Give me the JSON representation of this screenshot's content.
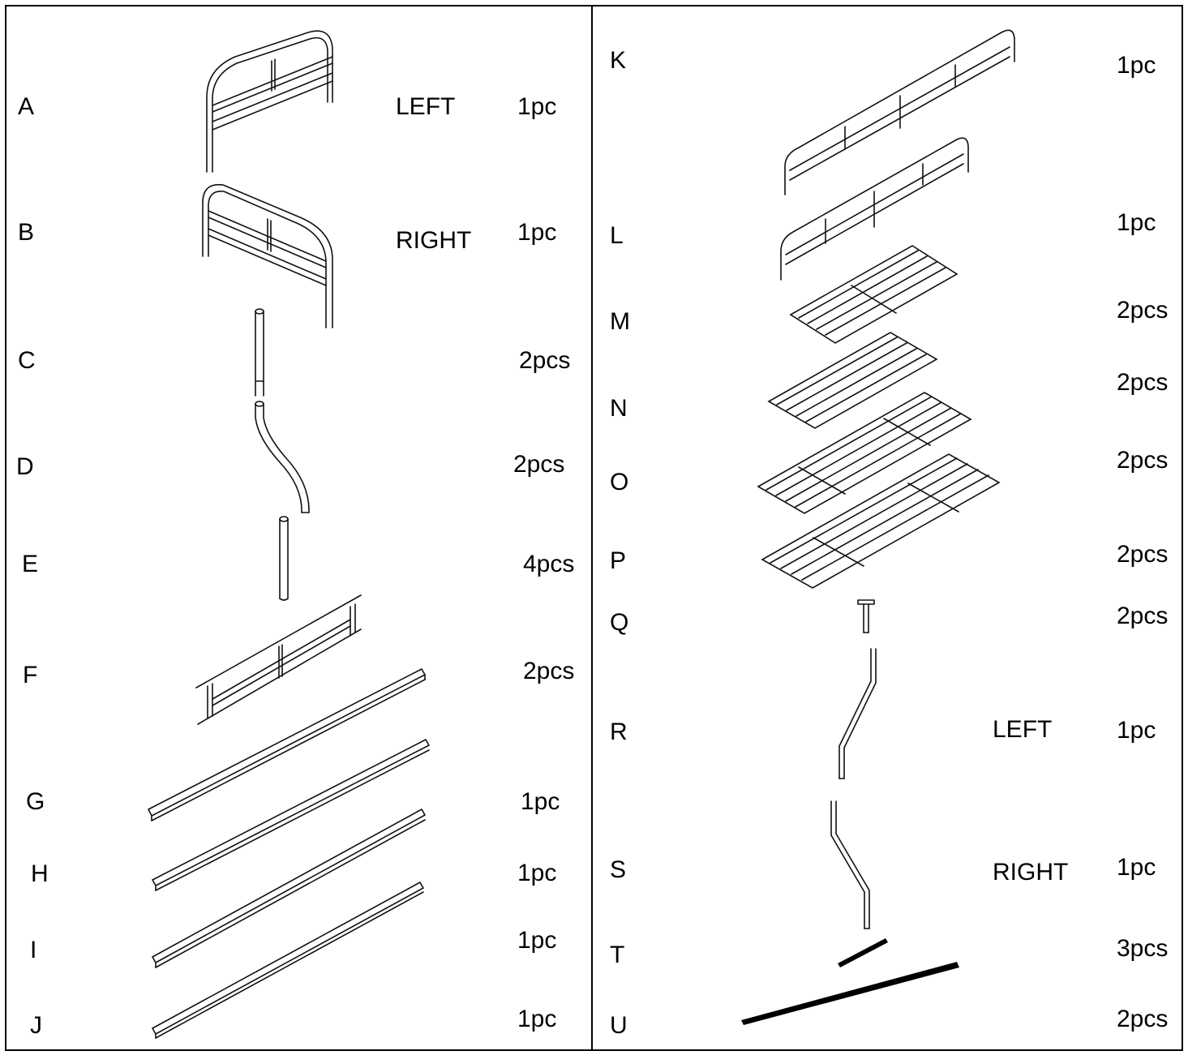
{
  "parts": [
    {
      "letter": "A",
      "side": "LEFT",
      "qty": "1pc"
    },
    {
      "letter": "B",
      "side": "RIGHT",
      "qty": "1pc"
    },
    {
      "letter": "C",
      "side": "",
      "qty": "2pcs"
    },
    {
      "letter": "D",
      "side": "",
      "qty": "2pcs"
    },
    {
      "letter": "E",
      "side": "",
      "qty": "4pcs"
    },
    {
      "letter": "F",
      "side": "",
      "qty": "2pcs"
    },
    {
      "letter": "G",
      "side": "",
      "qty": "1pc"
    },
    {
      "letter": "H",
      "side": "",
      "qty": "1pc"
    },
    {
      "letter": "I",
      "side": "",
      "qty": "1pc"
    },
    {
      "letter": "J",
      "side": "",
      "qty": "1pc"
    },
    {
      "letter": "K",
      "side": "",
      "qty": "1pc"
    },
    {
      "letter": "L",
      "side": "",
      "qty": "1pc"
    },
    {
      "letter": "M",
      "side": "",
      "qty": "2pcs"
    },
    {
      "letter": "N",
      "side": "",
      "qty": "2pcs"
    },
    {
      "letter": "O",
      "side": "",
      "qty": "2pcs"
    },
    {
      "letter": "P",
      "side": "",
      "qty": "2pcs"
    },
    {
      "letter": "Q",
      "side": "",
      "qty": "2pcs"
    },
    {
      "letter": "R",
      "side": "LEFT",
      "qty": "1pc"
    },
    {
      "letter": "S",
      "side": "RIGHT",
      "qty": "1pc"
    },
    {
      "letter": "T",
      "side": "",
      "qty": "3pcs"
    },
    {
      "letter": "U",
      "side": "",
      "qty": "2pcs"
    }
  ]
}
